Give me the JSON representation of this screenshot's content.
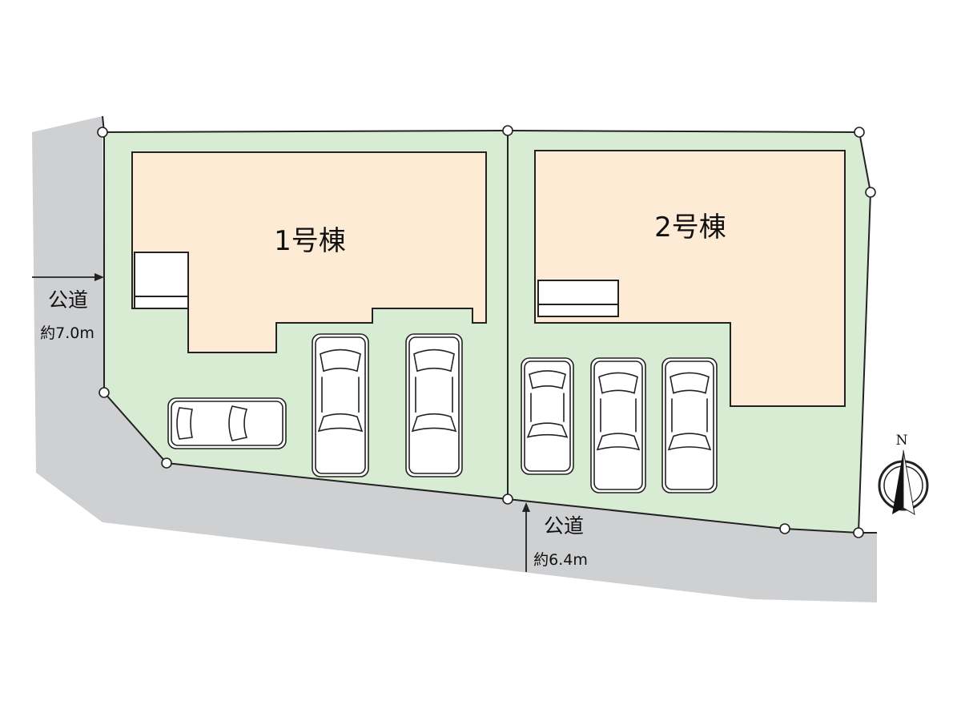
{
  "plan": {
    "buildings": [
      {
        "label": "1号棟"
      },
      {
        "label": "2号棟"
      }
    ],
    "roads": [
      {
        "name": "公道",
        "width": "約7.0m"
      },
      {
        "name": "公道",
        "width": "約6.4m"
      }
    ],
    "compass": {
      "label": "N"
    },
    "colors": {
      "road": "#cfd0d2",
      "lot": "#d8ebd3",
      "building": "#fdebd6",
      "line": "#222222"
    },
    "parking_spaces": 6
  }
}
